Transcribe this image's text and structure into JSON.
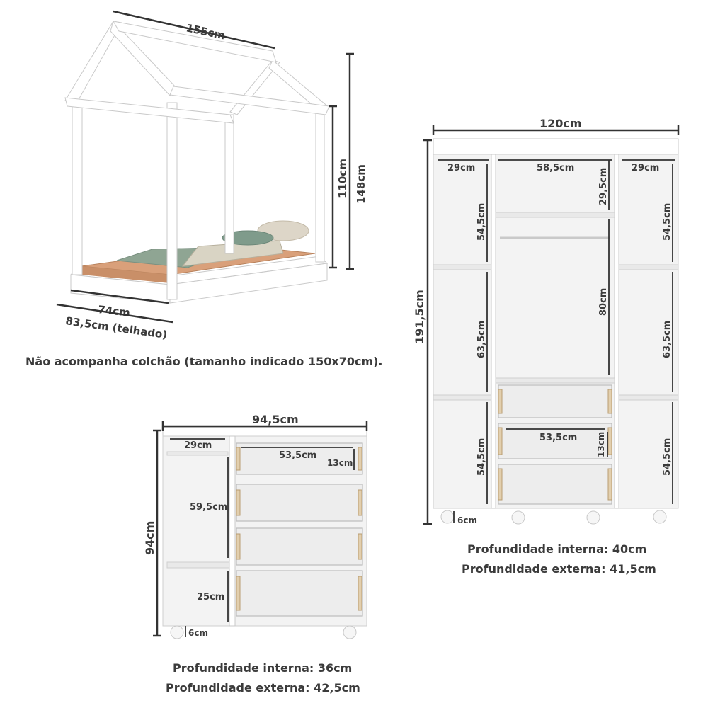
{
  "bed": {
    "width_label": "155cm",
    "height_inner_label": "110cm",
    "height_total_label": "148cm",
    "depth_label": "74cm",
    "roof_label": "83,5cm (telhado)",
    "note": "Não acompanha colchão (tamanho indicado 150x70cm)."
  },
  "wardrobe": {
    "width_label": "120cm",
    "height_label": "191,5cm",
    "left_top_width": "29cm",
    "center_top_width": "58,5cm",
    "right_top_width": "29cm",
    "center_top_height": "29,5cm",
    "left_upper_height": "54,5cm",
    "right_upper_height": "54,5cm",
    "center_hang_height": "80cm",
    "left_mid_height": "63,5cm",
    "right_mid_height": "63,5cm",
    "left_low_height": "54,5cm",
    "right_low_height": "54,5cm",
    "drawer_width": "53,5cm",
    "drawer_height": "13cm",
    "foot_height": "6cm",
    "depth_internal": "Profundidade interna: 40cm",
    "depth_external": "Profundidade externa: 41,5cm"
  },
  "dresser": {
    "width_label": "94,5cm",
    "height_label": "94cm",
    "left_width": "29cm",
    "drawer_width": "53,5cm",
    "drawer_height": "13cm",
    "left_upper_height": "59,5cm",
    "left_lower_height": "25cm",
    "foot_height": "6cm",
    "depth_internal": "Profundidade interna: 36cm",
    "depth_external": "Profundidade externa: 42,5cm"
  },
  "colors": {
    "text": "#3b3b3b",
    "dimension_line": "#333333",
    "furniture": "#ffffff",
    "interior": "#f3f3f3",
    "drawer_wood": "#e2cfae",
    "mattress": "#d9a07a",
    "blanket": "#8fa593",
    "pillow": "#ddd6c8"
  }
}
